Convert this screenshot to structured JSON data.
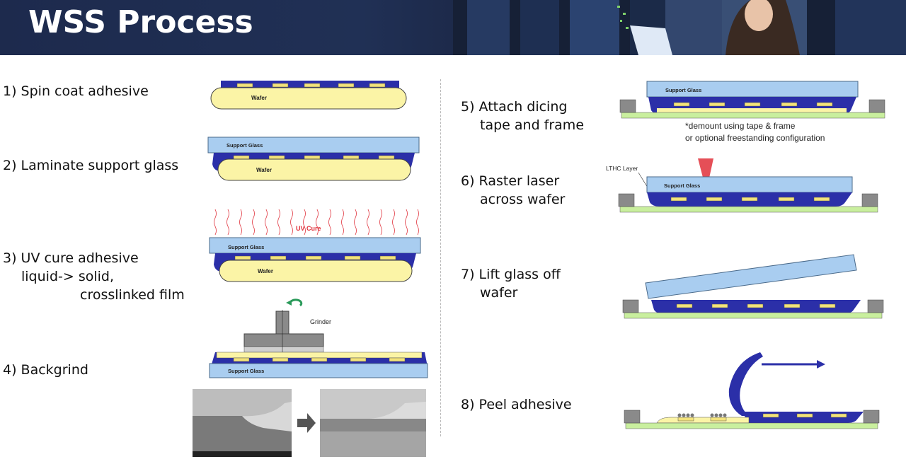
{
  "header": {
    "title": "WSS Process"
  },
  "steps": {
    "s1": "1) Spin coat adhesive",
    "s2": "2) Laminate support glass",
    "s3a": "3) UV cure adhesive",
    "s3b": "liquid-> solid,",
    "s3c": "crosslinked film",
    "s4": "4) Backgrind",
    "s5a": "5) Attach dicing",
    "s5b": "tape and frame",
    "s6a": "6) Raster laser",
    "s6b": "across wafer",
    "s7a": "7) Lift glass off",
    "s7b": "wafer",
    "s8": "8) Peel adhesive"
  },
  "labels": {
    "wafer": "Wafer",
    "support_glass": "Support Glass",
    "uv_cure": "UV Cure",
    "grinder": "Grinder",
    "lthc": "LTHC Layer",
    "note1": "*demount using tape & frame",
    "note2": "or optional freestanding configuration"
  },
  "colors": {
    "adhesive": "#2b2fa8",
    "wafer": "#fbf4a6",
    "glass": "#a9cdf0",
    "tape": "#c9ef9e",
    "frame": "#8a8a8a",
    "uv": "#e0303a"
  }
}
